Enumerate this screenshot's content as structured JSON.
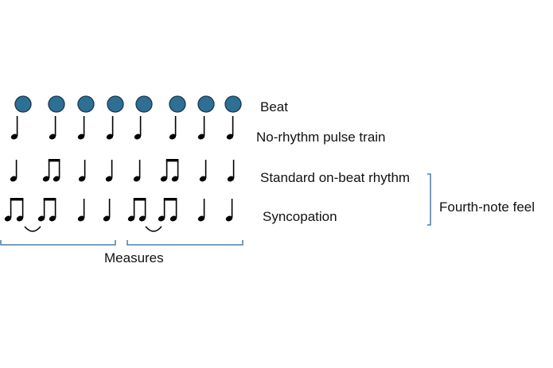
{
  "labels": {
    "beat": "Beat",
    "pulse": "No-rhythm pulse train",
    "standard": "Standard on-beat rhythm",
    "syncopation": "Syncopation",
    "group": "Fourth-note feel",
    "measures": "Measures"
  },
  "colors": {
    "beat_fill": "#2e6f96",
    "beat_stroke": "#17374b",
    "note": "#000000",
    "bracket": "#4c7fa3"
  },
  "rows": {
    "beat_count": 8,
    "pulse": "8 quarter notes, one per beat",
    "standard": "per measure: quarter, two beamed eighths, quarter, quarter",
    "syncopation": "per measure: two beamed eighths, two beamed eighths (tied across), quarter, quarter"
  },
  "measure_count": 2
}
